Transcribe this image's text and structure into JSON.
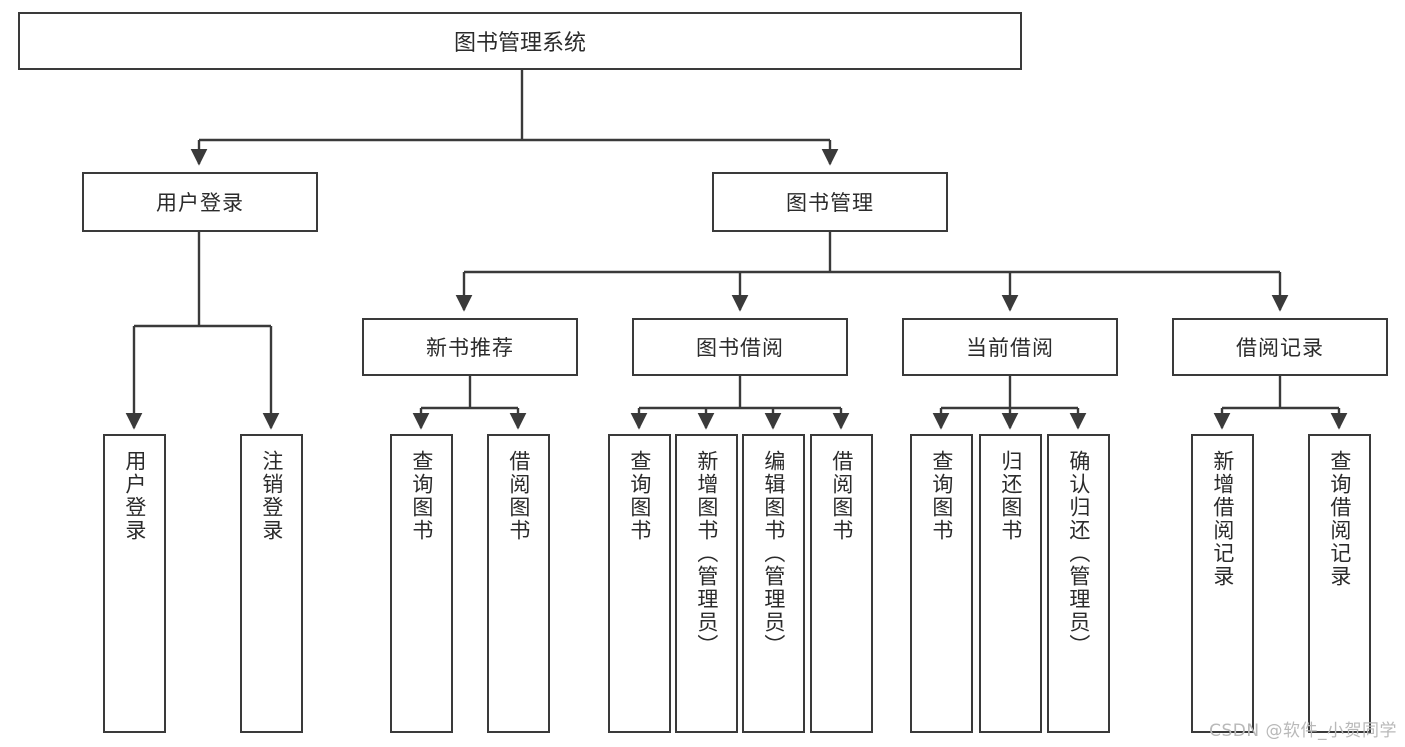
{
  "diagram": {
    "type": "tree-hierarchy",
    "title": "图书管理系统",
    "watermark": "CSDN @软件_小贺同学",
    "colors": {
      "box_border": "#3a3a3a",
      "box_fill": "#ffffff",
      "connector": "#3a3a3a",
      "text": "#2b2b2b",
      "watermark": "#b9b9b9",
      "background": "#ffffff"
    },
    "root": {
      "label": "图书管理系统"
    },
    "level2": [
      {
        "label": "用户登录"
      },
      {
        "label": "图书管理"
      }
    ],
    "level3": [
      {
        "label": "新书推荐"
      },
      {
        "label": "图书借阅"
      },
      {
        "label": "当前借阅"
      },
      {
        "label": "借阅记录"
      }
    ],
    "leaves": {
      "user_login": [
        {
          "label": "用户登录"
        },
        {
          "label": "注销登录"
        }
      ],
      "new_book_recommend": [
        {
          "label": "查询图书"
        },
        {
          "label": "借阅图书"
        }
      ],
      "book_borrow": [
        {
          "label": "查询图书"
        },
        {
          "label": "新增图书（管理员）"
        },
        {
          "label": "编辑图书（管理员）"
        },
        {
          "label": "借阅图书"
        }
      ],
      "current_borrow": [
        {
          "label": "查询图书"
        },
        {
          "label": "归还图书"
        },
        {
          "label": "确认归还（管理员）"
        }
      ],
      "borrow_record": [
        {
          "label": "新增借阅记录"
        },
        {
          "label": "查询借阅记录"
        }
      ]
    }
  }
}
